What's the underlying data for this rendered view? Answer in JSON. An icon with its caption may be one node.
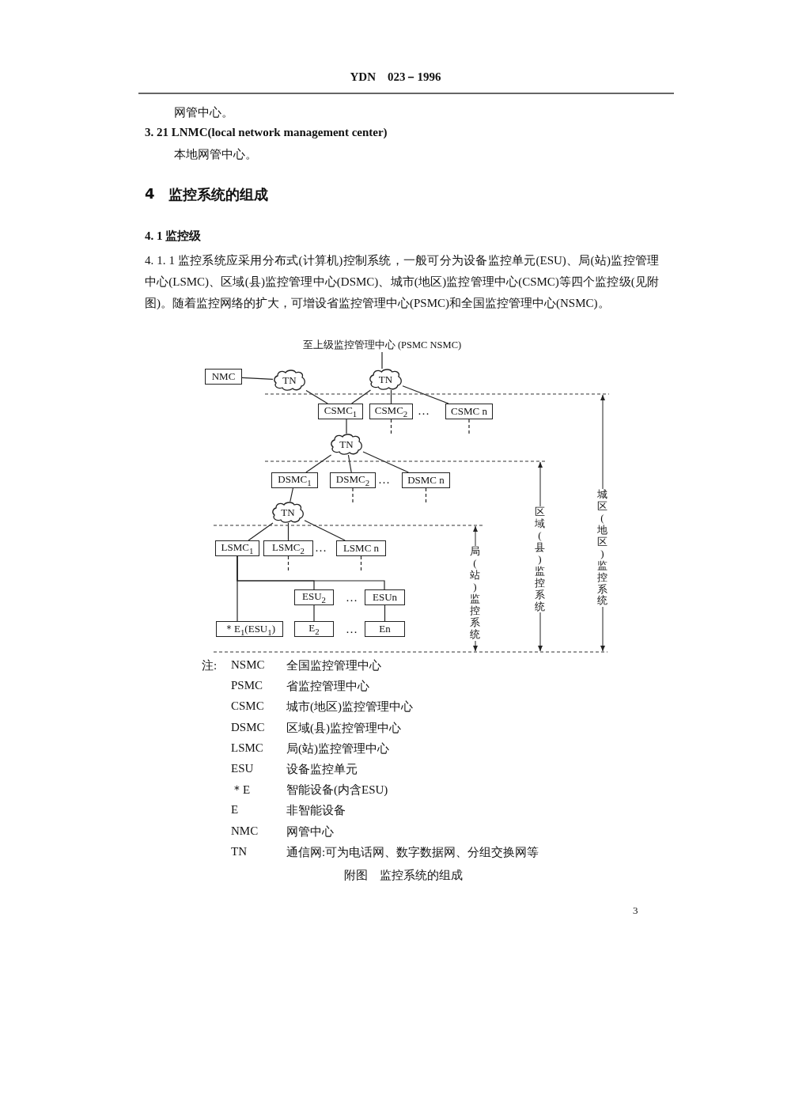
{
  "diagram": {
    "caption": "附图　监控系统的组成",
    "nodes": [
      {
        "text": [
          "至上级监控管理中心 (PSMC NSMC)"
        ]
      },
      {
        "text": [
          "NMC"
        ]
      },
      {
        "text": [
          "TN"
        ]
      },
      {
        "text": [
          "TN"
        ]
      },
      {
        "text": [
          "CSMC$_{1}$"
        ]
      },
      {
        "text": [
          "CSMC$_{2}$"
        ]
      },
      {
        "text": [
          "CSMC n"
        ]
      },
      {
        "text": [
          "TN"
        ]
      },
      {
        "text": [
          "DSMC$_{1}$"
        ]
      },
      {
        "text": [
          "DSMC$_{2}$"
        ]
      },
      {
        "text": [
          "DSMC n"
        ]
      },
      {
        "text": [
          "TN"
        ]
      },
      {
        "text": [
          "LSMC$_{1}$"
        ]
      },
      {
        "text": [
          "LSMC$_{2}$"
        ]
      },
      {
        "text": [
          "LSMC n"
        ]
      },
      {
        "text": [
          "ESU$_{2}$"
        ]
      },
      {
        "text": [
          "ESUn"
        ]
      },
      {
        "text": [
          "＊E$_{1}$(ESU$_{1}$)"
        ]
      },
      {
        "text": [
          "E$_{2}$"
        ]
      },
      {
        "text": [
          "En"
        ]
      }
    ],
    "edges": [
      {
        "from": 3,
        "to": 0,
        "arrow": "none"
      },
      {
        "from": 1,
        "to": 2,
        "arrow": "none"
      },
      {
        "from": 2,
        "to": 4,
        "arrow": "none"
      },
      {
        "from": 3,
        "to": 4,
        "arrow": "none"
      },
      {
        "from": 3,
        "to": 5,
        "arrow": "none"
      },
      {
        "from": 3,
        "to": 6,
        "arrow": "none"
      },
      {
        "from": 5,
        "to": null,
        "arrow": "none",
        "style": "dashed"
      },
      {
        "from": 6,
        "to": null,
        "arrow": "none",
        "style": "dashed"
      },
      {
        "from": 4,
        "to": 7,
        "arrow": "none"
      },
      {
        "from": 7,
        "to": 8,
        "arrow": "none"
      },
      {
        "from": 7,
        "to": 9,
        "arrow": "none"
      },
      {
        "from": 7,
        "to": 10,
        "arrow": "none"
      },
      {
        "from": 9,
        "to": null,
        "arrow": "none",
        "style": "dashed"
      },
      {
        "from": 10,
        "to": null,
        "arrow": "none",
        "style": "dashed"
      },
      {
        "from": 8,
        "to": 11,
        "arrow": "none"
      },
      {
        "from": 11,
        "to": 12,
        "arrow": "none"
      },
      {
        "from": 11,
        "to": 13,
        "arrow": "none"
      },
      {
        "from": 11,
        "to": 14,
        "arrow": "none"
      },
      {
        "from": 13,
        "to": null,
        "arrow": "none",
        "style": "dashed"
      },
      {
        "from": 14,
        "to": null,
        "arrow": "none",
        "style": "dashed"
      },
      {
        "from": 12,
        "to": 17,
        "arrow": "none"
      },
      {
        "from": 12,
        "to": 15,
        "arrow": "none"
      },
      {
        "from": 12,
        "to": 16,
        "arrow": "none"
      },
      {
        "from": 15,
        "to": 18,
        "arrow": "none"
      },
      {
        "from": 16,
        "to": 19,
        "arrow": "none"
      }
    ],
    "labels": [
      "YDN　023－1996",
      "网管中心。",
      "3. 21 LNMC(local network management center)",
      "本地网管中心。",
      "4",
      "监控系统的组成",
      "4. 1 监控级",
      "4. 1. 1 监控系统应采用分布式(计算机)控制系统，一般可分为设备监控单元(ESU)、局(站)监控管理中心(LSMC)、区域(县)监控管理中心(DSMC)、城市(地区)监控管理中心(CSMC)等四个监控级(见附图)。随着监控网络的扩大，可增设省监控管理中心(PSMC)和全国监控管理中心(NSMC)。",
      "…",
      "…",
      "…",
      "…",
      "…",
      "局(站)监控系统",
      "区域(县)监控系统",
      "城区(地区)监控系统",
      "注:",
      "NSMC",
      "全国监控管理中心",
      "PSMC",
      "省监控管理中心",
      "CSMC",
      "城市(地区)监控管理中心",
      "DSMC",
      "区域(县)监控管理中心",
      "LSMC",
      "局(站)监控管理中心",
      "ESU",
      "设备监控单元",
      "＊E",
      "智能设备(内含ESU)",
      "E",
      "非智能设备",
      "NMC",
      "网管中心",
      "TN",
      "通信网:可为电话网、数字数据网、分组交换网等",
      "3"
    ]
  }
}
